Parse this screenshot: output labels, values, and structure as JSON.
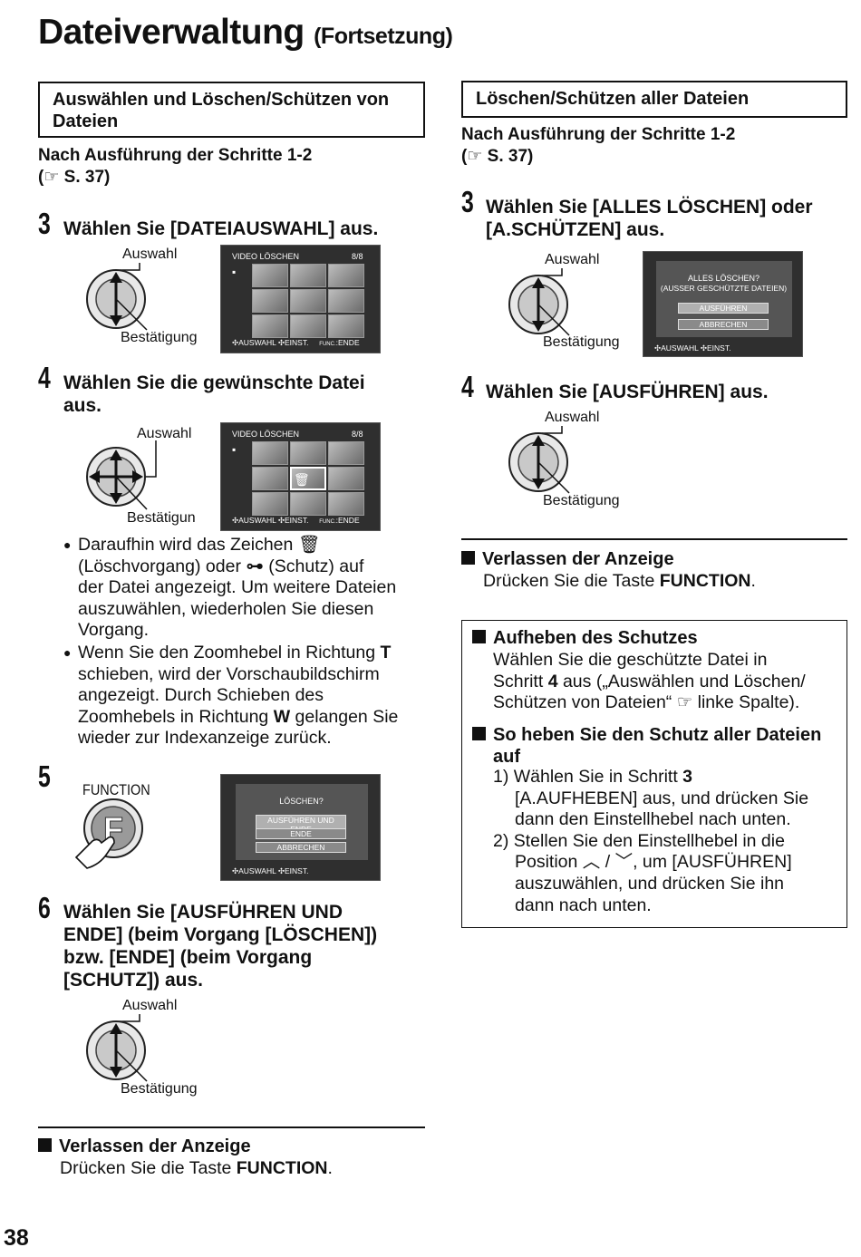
{
  "page": {
    "title": "Dateiverwaltung",
    "title_suffix": "(Fortsetzung)",
    "page_number": "38"
  },
  "left": {
    "box_heading": "Auswählen und Löschen/Schützen von Dateien",
    "intro_line1": "Nach Ausführung der Schritte 1-2",
    "intro_line2": "( S. 37)",
    "step3_num": "3",
    "step3_text": "Wählen Sie [DATEIAUSWAHL] aus.",
    "step4_num": "4",
    "step4_text": "Wählen Sie die gewünschte Datei aus.",
    "bullet1": "Daraufhin wird das Zeichen   (Löschvorgang) oder    (Schutz) auf der Datei angezeigt. Um weitere Dateien auszuwählen, wiederholen Sie diesen Vorgang.",
    "bullet1_lines": [
      "Daraufhin wird das Zeichen",
      "(Löschvorgang) oder",
      "(Schutz) auf",
      "der Datei angezeigt. Um weitere Dateien",
      "auszuwählen, wiederholen Sie diesen",
      "Vorgang."
    ],
    "bullet2_lines": [
      "Wenn Sie den Zoomhebel in Richtung ",
      "T",
      "schieben, wird der Vorschaubildschirm",
      "angezeigt. Durch Schieben des",
      "Zoomhebels in Richtung ",
      "W",
      " gelangen Sie",
      "wieder zur Indexanzeige zurück."
    ],
    "step5_num": "5",
    "function_label": "FUNCTION",
    "step6_num": "6",
    "step6_lines": [
      "Wählen Sie [AUSFÜHREN UND",
      "ENDE] (beim Vorgang [LÖSCHEN])",
      "bzw. [ENDE] (beim Vorgang",
      "[SCHUTZ]) aus."
    ],
    "exit_heading": "Verlassen der Anzeige",
    "exit_text": "Drücken Sie die Taste ",
    "exit_key": "FUNCTION",
    "exit_period": "."
  },
  "right": {
    "box_heading": "Löschen/Schützen aller Dateien",
    "intro_line1": "Nach Ausführung der Schritte 1-2",
    "intro_line2": "( S. 37)",
    "step3_num": "3",
    "step3_lines": [
      "Wählen Sie [ALLES LÖSCHEN] oder",
      "[A.SCHÜTZEN] aus."
    ],
    "step4_num": "4",
    "step4_text": "Wählen Sie [AUSFÜHREN] aus.",
    "exit_heading": "Verlassen der Anzeige",
    "exit_text": "Drücken Sie die Taste ",
    "exit_key": "FUNCTION",
    "exit_period": ".",
    "info": {
      "h1": "Aufheben des Schutzes",
      "p1_lines": [
        "Wählen Sie die geschützte Datei in",
        "Schritt ",
        "4",
        " aus („Auswählen und Löschen/",
        "Schützen von Dateien“ ",
        " linke Spalte)."
      ],
      "h2_lines": [
        "So heben Sie den Schutz aller Dateien",
        "auf"
      ],
      "item1_lines": [
        "1) Wählen Sie in Schritt ",
        "3",
        "[A.AUFHEBEN] aus, und drücken Sie",
        "dann den Einstellhebel nach unten."
      ],
      "item2_lines": [
        "2) Stellen Sie den Einstellhebel in die",
        "Position ",
        " / ",
        ", um [AUSFÜHREN]",
        "auszuwählen, und drücken Sie ihn",
        "dann nach unten."
      ]
    }
  },
  "labels": {
    "auswahl": "Auswahl",
    "bestaetigung": "Bestätigung",
    "bestaetigung_cut": "Bestätigun"
  },
  "screens": {
    "video_title": "VIDEO LÖSCHEN",
    "counter": "8/8",
    "foot_left": "AUSWAHL",
    "foot_mid": "EINST.",
    "foot_func": "FUNC.",
    "foot_end": "ENDE",
    "delete_dialog_title": "LÖSCHEN?",
    "delete_btn1": "AUSFÜHREN UND ENDE",
    "delete_btn2": "ENDE",
    "delete_btn3": "ABBRECHEN",
    "all_title1": "ALLES LÖSCHEN?",
    "all_title2": "(AUSSER GESCHÜTZTE DATEIEN)",
    "all_btn1": "AUSFÜHREN",
    "all_btn2": "ABBRECHEN"
  }
}
